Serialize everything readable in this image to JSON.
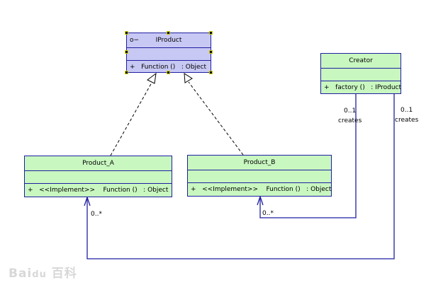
{
  "classes": {
    "iproduct": {
      "name": "IProduct",
      "icon": "interface-lollipop-icon",
      "operation": "+   Function ()   : Object"
    },
    "creator": {
      "name": "Creator",
      "operation": "+   factory ()   : IProduct"
    },
    "product_a": {
      "name": "Product_A",
      "operation": "+   <<Implement>>    Function ()   : Object"
    },
    "product_b": {
      "name": "Product_B",
      "operation": "+   <<Implement>>    Function ()   : Object"
    }
  },
  "associations": {
    "to_b": {
      "source_multiplicity": "0..1",
      "role": "creates",
      "target_multiplicity": "0..*"
    },
    "to_a": {
      "source_multiplicity": "0..1",
      "role": "creates",
      "target_multiplicity": "0..*"
    }
  },
  "colors": {
    "interface_fill": "#c8c8f4",
    "class_fill": "#c8f7c0",
    "line": "#1f1fa0"
  },
  "watermark": "Baidu 百科"
}
